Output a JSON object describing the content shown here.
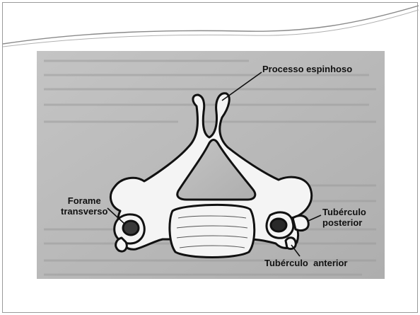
{
  "labels": {
    "processo_espinhoso": "Processo espinhoso",
    "forame_line1": "Forame",
    "forame_line2": "transverso",
    "tuberculo_posterior_line1": "Tubérculo",
    "tuberculo_posterior_line2": "posterior",
    "tuberculo_anterior": "Tubérculo  anterior"
  },
  "colors": {
    "ink": "#111111",
    "scan_background": "#b8b8b8",
    "bone_fill": "#f4f4f4"
  }
}
